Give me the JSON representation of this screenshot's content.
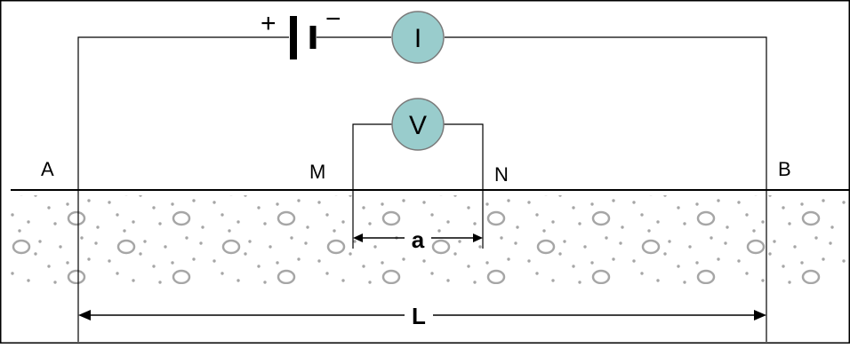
{
  "electrodes": {
    "a": "A",
    "m": "M",
    "n": "N",
    "b": "B"
  },
  "meters": {
    "current": "I",
    "voltage": "V"
  },
  "battery": {
    "plus": "+",
    "minus": "−"
  },
  "dimensions": {
    "small_spacing": "a",
    "total_length": "L"
  },
  "colors": {
    "meter_fill": "#99CCCC",
    "ground_texture": "#a6a6a6",
    "wire": "#000000"
  }
}
